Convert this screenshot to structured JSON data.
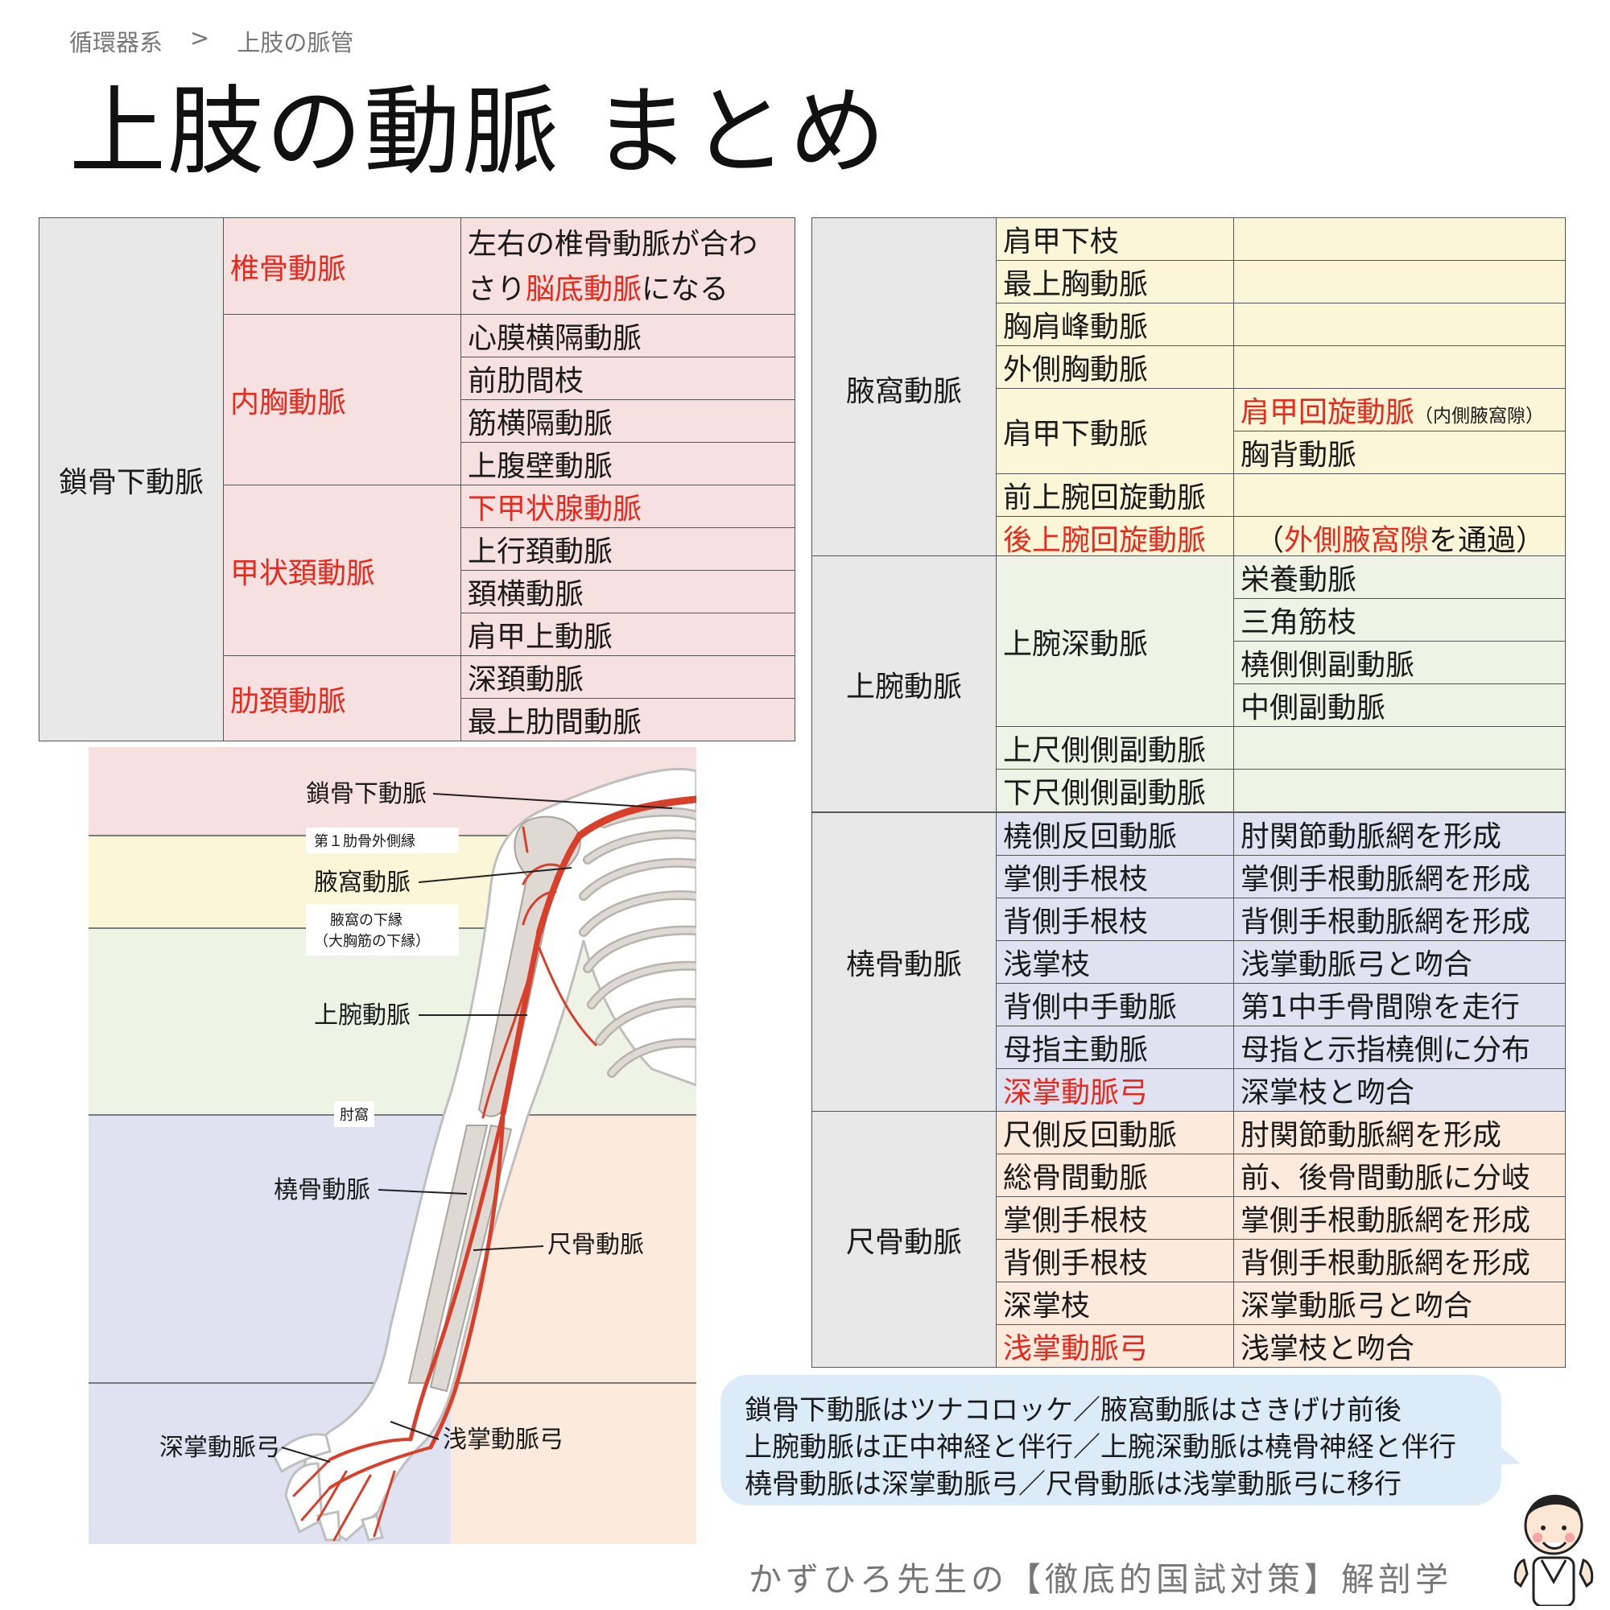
{
  "breadcrumb": {
    "parent": "循環器系",
    "separator": ">",
    "current": "上肢の脈管"
  },
  "title": "上肢の動脈 まとめ",
  "subclavian_table": {
    "main": "鎖骨下動脈",
    "vertebral": {
      "name": "椎骨動脈",
      "desc_1": "左右の椎骨動脈が合わ",
      "desc_2a": "さり",
      "desc_2b": "脳底動脈",
      "desc_2c": "になる"
    },
    "internal_thoracic": {
      "name": "内胸動脈",
      "branches": [
        "心膜横隔動脈",
        "前肋間枝",
        "筋横隔動脈",
        "上腹壁動脈"
      ]
    },
    "thyrocervical": {
      "name": "甲状頚動脈",
      "branches": [
        "下甲状腺動脈",
        "上行頚動脈",
        "頚横動脈",
        "肩甲上動脈"
      ]
    },
    "costocervical": {
      "name": "肋頚動脈",
      "branches": [
        "深頚動脈",
        "最上肋間動脈"
      ]
    }
  },
  "axillary_table": {
    "main": "腋窩動脈",
    "rows": [
      "肩甲下枝",
      "最上胸動脈",
      "胸肩峰動脈",
      "外側胸動脈",
      "肩甲下動脈",
      "前上腕回旋動脈",
      "後上腕回旋動脈"
    ],
    "subscapular_branches": {
      "circumflex_scapular": "肩甲回旋動脈",
      "circumflex_note": "（内側腋窩隙）",
      "thoracodorsal": "胸背動脈"
    },
    "posterior_note": {
      "open": "（",
      "space": "外側腋窩隙",
      "rest": "を通過）"
    }
  },
  "brachial_table": {
    "main": "上腕動脈",
    "deep": "上腕深動脈",
    "deep_branches": [
      "栄養動脈",
      "三角筋枝",
      "橈側側副動脈",
      "中側副動脈"
    ],
    "rows": [
      "上尺側側副動脈",
      "下尺側側副動脈"
    ]
  },
  "radial_table": {
    "main": "橈骨動脈",
    "rows": [
      {
        "name": "橈側反回動脈",
        "desc": "肘関節動脈網を形成"
      },
      {
        "name": "掌側手根枝",
        "desc": "掌側手根動脈網を形成"
      },
      {
        "name": "背側手根枝",
        "desc": "背側手根動脈網を形成"
      },
      {
        "name": "浅掌枝",
        "desc": "浅掌動脈弓と吻合"
      },
      {
        "name": "背側中手動脈",
        "desc": "第1中手骨間隙を走行"
      },
      {
        "name": "母指主動脈",
        "desc": "母指と示指橈側に分布"
      },
      {
        "name": "深掌動脈弓",
        "desc": "深掌枝と吻合"
      }
    ]
  },
  "ulnar_table": {
    "main": "尺骨動脈",
    "rows": [
      {
        "name": "尺側反回動脈",
        "desc": "肘関節動脈網を形成"
      },
      {
        "name": "総骨間動脈",
        "desc": "前、後骨間動脈に分岐"
      },
      {
        "name": "掌側手根枝",
        "desc": "掌側手根動脈網を形成"
      },
      {
        "name": "背側手根枝",
        "desc": "背側手根動脈網を形成"
      },
      {
        "name": "深掌枝",
        "desc": "深掌動脈弓と吻合"
      },
      {
        "name": "浅掌動脈弓",
        "desc": "浅掌枝と吻合"
      }
    ]
  },
  "diagram": {
    "subclavian": "鎖骨下動脈",
    "first_rib": "第１肋骨外側縁",
    "axillary": "腋窩動脈",
    "axilla_lower_1": "腋窩の下縁",
    "axilla_lower_2": "（大胸筋の下縁）",
    "brachial": "上腕動脈",
    "cubital_fossa": "肘窩",
    "radial": "橈骨動脈",
    "ulnar": "尺骨動脈",
    "deep_arch": "深掌動脈弓",
    "superficial_arch": "浅掌動脈弓"
  },
  "mnemonic": {
    "line1": "鎖骨下動脈はツナコロッケ／腋窩動脈はさきげけ前後",
    "line2": "上腕動脈は正中神経と伴行／上腕深動脈は橈骨神経と伴行",
    "line3": "橈骨動脈は深掌動脈弓／尺骨動脈は浅掌動脈弓に移行"
  },
  "footer": "かずひろ先生の【徹底的国試対策】解剖学",
  "colors": {
    "highlight": "#e8291c",
    "artery": "#d8402c",
    "pink": "#f6e0e0",
    "yellow": "#fbf6d8",
    "green": "#eef3e6",
    "blue": "#dfe2f0",
    "orange": "#fcebdc"
  },
  "icons": {
    "teacher": "teacher-thumbs-up-illustration"
  }
}
